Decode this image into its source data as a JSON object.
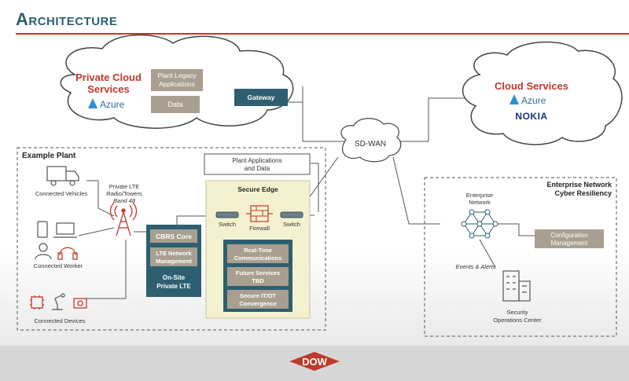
{
  "title": "Architecture",
  "private_cloud": {
    "title_line1": "Private Cloud",
    "title_line2": "Services",
    "azure": "Azure",
    "legacy_line1": "Plant Legacy",
    "legacy_line2": "Applications",
    "data": "Data",
    "gateway": "Gateway"
  },
  "cloud_services": {
    "title": "Cloud Services",
    "azure": "Azure",
    "nokia": "NOKIA"
  },
  "sdwan": "SD-WAN",
  "plant": {
    "title": "Example Plant",
    "vehicles": "Connected Vehicles",
    "worker": "Connected Worker",
    "devices": "Connected Devices",
    "lte_line1": "Private LTE",
    "lte_line2": "Radio/Towers",
    "lte_line3": "Band 48",
    "cbrs": "CBRS Core",
    "lte_mgmt_line1": "LTE Network",
    "lte_mgmt_line2": "Management",
    "onsite_line1": "On-Site",
    "onsite_line2": "Private LTE",
    "apps_line1": "Plant Applications",
    "apps_line2": "and Data",
    "secure_edge": "Secure Edge",
    "switch_left": "Switch",
    "firewall": "Firewall",
    "switch_right": "Switch",
    "rt_line1": "Real-Time",
    "rt_line2": "Communications",
    "future_line1": "Future Services",
    "future_line2": "TBD",
    "secure_line1": "Secure IT/OT",
    "secure_line2": "Convergence"
  },
  "enterprise": {
    "title_line1": "Enterprise Network",
    "title_line2": "Cyber Resiliency",
    "network_line1": "Enterprise",
    "network_line2": "Network",
    "events": "Events & Alerts",
    "config_line1": "Configuration",
    "config_line2": "Management",
    "soc_line1": "Security",
    "soc_line2": "Operations Center"
  },
  "logo": "DOW",
  "colors": {
    "title": "#2d5f70",
    "accent_red": "#c0392b",
    "teal": "#2d5f70",
    "tan": "#a89f90",
    "edge_fill": "#f4f1d0"
  }
}
